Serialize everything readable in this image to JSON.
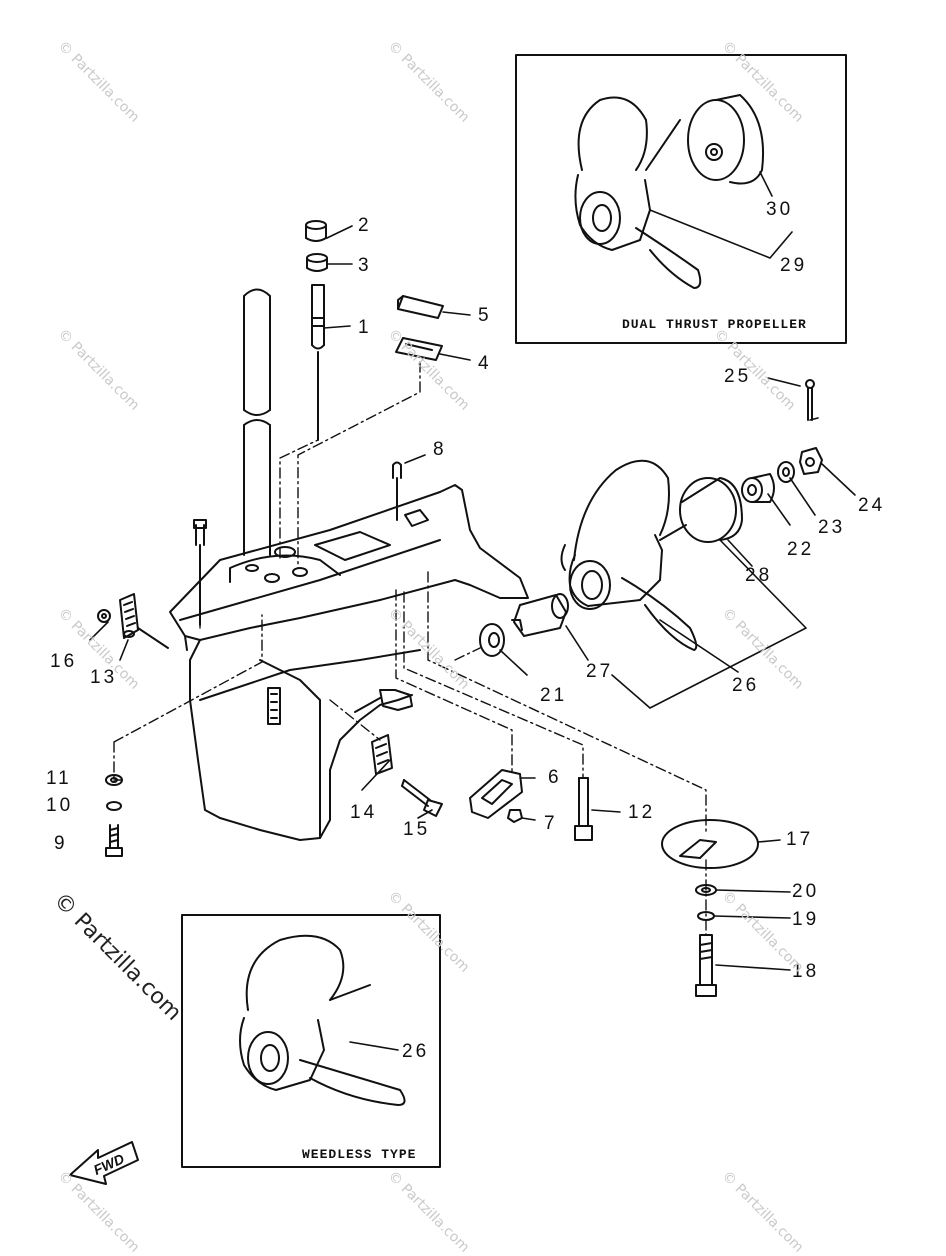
{
  "insets": {
    "dual_thrust": "DUAL THRUST PROPELLER",
    "weedless": "WEEDLESS TYPE"
  },
  "fwd": "FWD",
  "watermark": "© Partzilla.com",
  "callouts": {
    "c1": "1",
    "c2": "2",
    "c3": "3",
    "c4": "4",
    "c5": "5",
    "c6": "6",
    "c7": "7",
    "c8": "8",
    "c9": "9",
    "c10": "10",
    "c11": "11",
    "c12": "12",
    "c13": "13",
    "c14": "14",
    "c15": "15",
    "c16": "16",
    "c17": "17",
    "c18": "18",
    "c19": "19",
    "c20": "20",
    "c21": "21",
    "c22": "22",
    "c23": "23",
    "c24": "24",
    "c25": "25",
    "c26": "26",
    "c26b": "26",
    "c27": "27",
    "c28": "28",
    "c29": "29",
    "c30": "30"
  }
}
